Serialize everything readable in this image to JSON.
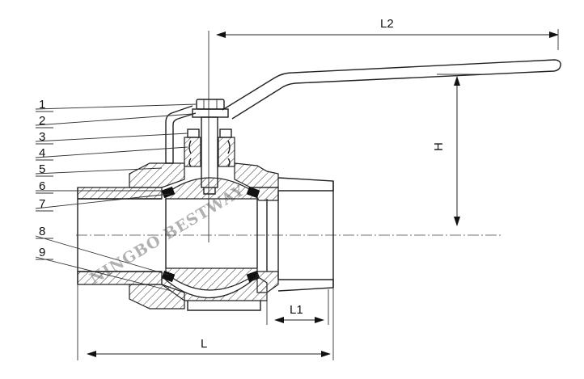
{
  "part_numbers": [
    "1",
    "2",
    "3",
    "4",
    "5",
    "6",
    "7",
    "8",
    "9"
  ],
  "dimensions": {
    "l": "L",
    "l1": "L1",
    "l2": "L2",
    "h": "H"
  },
  "watermark": "NINGBO BESTWAY",
  "colors": {
    "line": "#222222",
    "background": "#ffffff",
    "watermark": "#505050"
  }
}
